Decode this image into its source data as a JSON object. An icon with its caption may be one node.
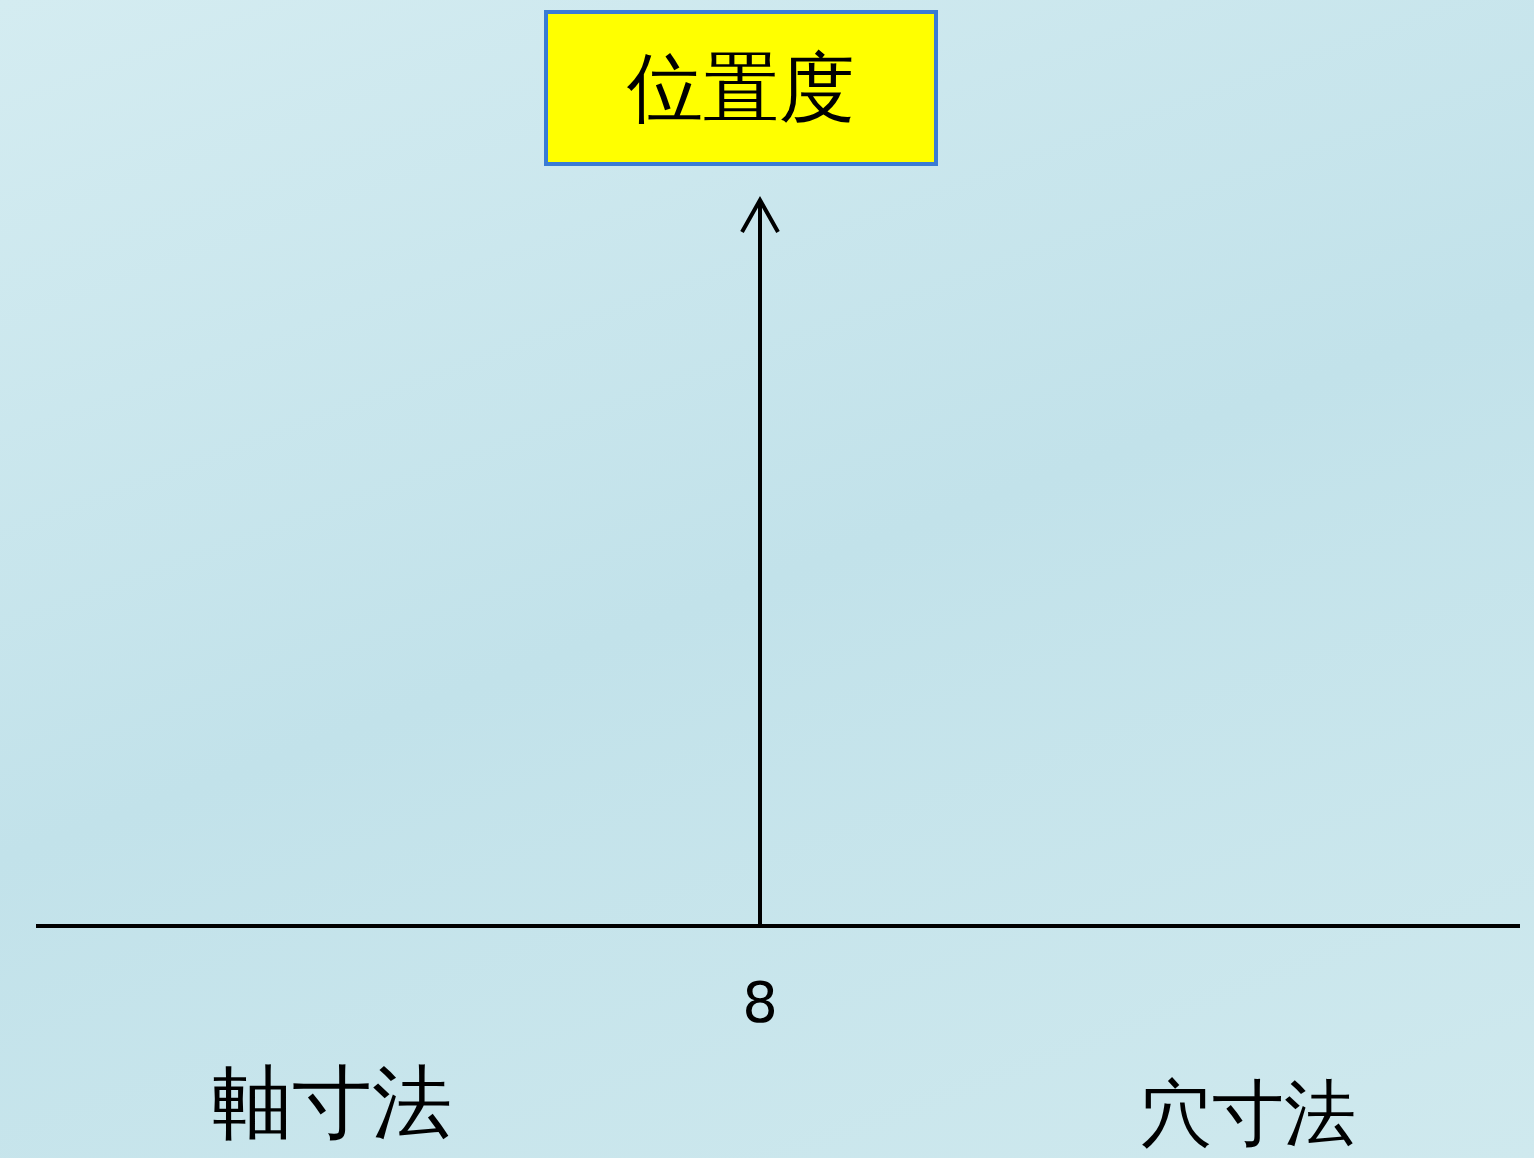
{
  "diagram": {
    "nodes": [
      {
        "text": [
          "位置度"
        ]
      }
    ],
    "edges": [],
    "labels": [
      "8",
      "軸寸法",
      "穴寸法"
    ]
  }
}
